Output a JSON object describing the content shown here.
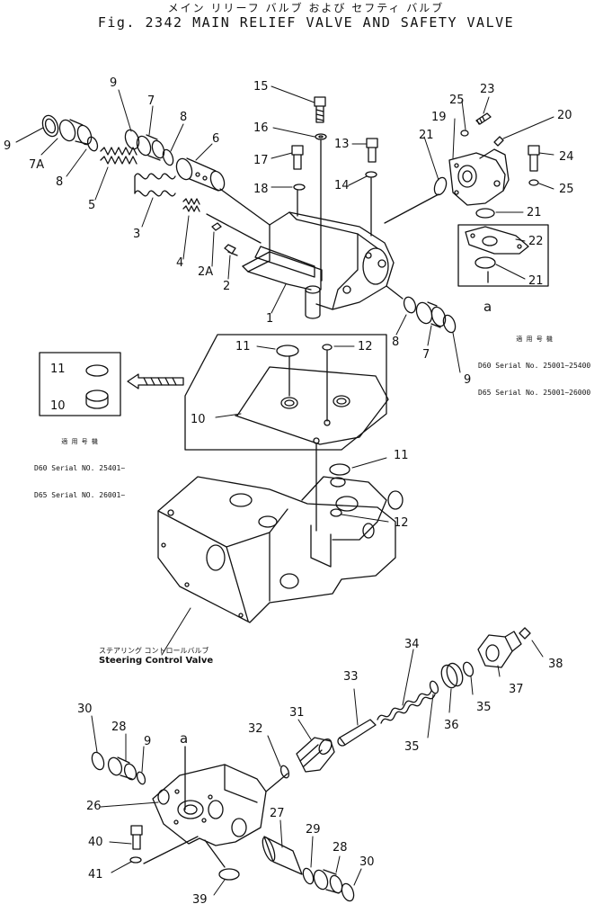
{
  "title": {
    "japanese": "メイン リリーフ バルブ および セフティ バルブ",
    "english": "Fig. 2342 MAIN RELIEF VALVE AND SAFETY VALVE"
  },
  "callouts": [
    {
      "id": "c9a",
      "label": "9"
    },
    {
      "id": "c7a",
      "label": "7A"
    },
    {
      "id": "c8a",
      "label": "8"
    },
    {
      "id": "c5",
      "label": "5"
    },
    {
      "id": "c9b",
      "label": "9"
    },
    {
      "id": "c7",
      "label": "7"
    },
    {
      "id": "c8b",
      "label": "8"
    },
    {
      "id": "c6",
      "label": "6"
    },
    {
      "id": "c3",
      "label": "3"
    },
    {
      "id": "c4",
      "label": "4"
    },
    {
      "id": "c2a",
      "label": "2A"
    },
    {
      "id": "c2",
      "label": "2"
    },
    {
      "id": "c1",
      "label": "1"
    },
    {
      "id": "c15",
      "label": "15"
    },
    {
      "id": "c16",
      "label": "16"
    },
    {
      "id": "c17",
      "label": "17"
    },
    {
      "id": "c18",
      "label": "18"
    },
    {
      "id": "c13",
      "label": "13"
    },
    {
      "id": "c14",
      "label": "14"
    },
    {
      "id": "c21a",
      "label": "21"
    },
    {
      "id": "c19",
      "label": "19"
    },
    {
      "id": "c25a",
      "label": "25"
    },
    {
      "id": "c23",
      "label": "23"
    },
    {
      "id": "c20",
      "label": "20"
    },
    {
      "id": "c24",
      "label": "24"
    },
    {
      "id": "c25b",
      "label": "25"
    },
    {
      "id": "c21b",
      "label": "21"
    },
    {
      "id": "c22",
      "label": "22"
    },
    {
      "id": "c21c",
      "label": "21"
    },
    {
      "id": "ca1",
      "label": "a"
    },
    {
      "id": "c8c",
      "label": "8"
    },
    {
      "id": "c7b",
      "label": "7"
    },
    {
      "id": "c9c",
      "label": "9"
    },
    {
      "id": "c11a",
      "label": "11"
    },
    {
      "id": "c12a",
      "label": "12"
    },
    {
      "id": "c10a",
      "label": "10"
    },
    {
      "id": "c11b",
      "label": "11"
    },
    {
      "id": "c10b",
      "label": "10"
    },
    {
      "id": "c11c",
      "label": "11"
    },
    {
      "id": "c12b",
      "label": "12"
    },
    {
      "id": "c34",
      "label": "34"
    },
    {
      "id": "c38",
      "label": "38"
    },
    {
      "id": "c33",
      "label": "33"
    },
    {
      "id": "c37",
      "label": "37"
    },
    {
      "id": "c35a",
      "label": "35"
    },
    {
      "id": "c36",
      "label": "36"
    },
    {
      "id": "c35b",
      "label": "35"
    },
    {
      "id": "c30a",
      "label": "30"
    },
    {
      "id": "c28a",
      "label": "28"
    },
    {
      "id": "c9d",
      "label": "9"
    },
    {
      "id": "ca2",
      "label": "a"
    },
    {
      "id": "c31",
      "label": "31"
    },
    {
      "id": "c32",
      "label": "32"
    },
    {
      "id": "c26",
      "label": "26"
    },
    {
      "id": "c27",
      "label": "27"
    },
    {
      "id": "c29",
      "label": "29"
    },
    {
      "id": "c28b",
      "label": "28"
    },
    {
      "id": "c30b",
      "label": "30"
    },
    {
      "id": "c40",
      "label": "40"
    },
    {
      "id": "c41",
      "label": "41"
    },
    {
      "id": "c39",
      "label": "39"
    }
  ],
  "serials": {
    "right": {
      "jp": "適 用 号 機",
      "line1": "D60 Serial No. 25001~25400",
      "line2": "D65 Serial No. 25001~26000"
    },
    "left": {
      "jp": "適 用 号 機",
      "line1": "D60 Serial NO. 25401~",
      "line2": "D65 Serial NO. 26001~"
    }
  },
  "steering": {
    "jp": "ステアリング コントロールバルブ",
    "en": "Steering Control Valve"
  }
}
